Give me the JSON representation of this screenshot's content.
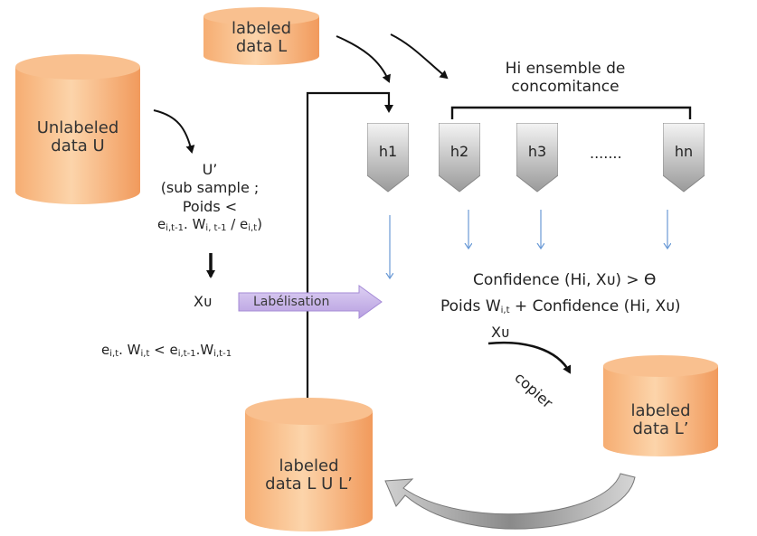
{
  "databases": {
    "labeled_top": [
      "labeled",
      "data L"
    ],
    "unlabeled": [
      "Unlabeled",
      "data U"
    ],
    "labeled_right": [
      "labeled",
      "data L’"
    ],
    "labeled_union": [
      "labeled",
      "data L U L’"
    ]
  },
  "ensemble_title": [
    "Hi ensemble de",
    "concomitance"
  ],
  "subsample": {
    "line1": "U’",
    "line2": "(sub sample ;",
    "line3": "Poids <",
    "e1": "e",
    "e1_sub": "i,t-1",
    "w1_sep": ". W",
    "w1_sub": "i, t-1",
    "slash": " / e",
    "e2_sub": "i,t"
  },
  "xu_label": "Xᴜ",
  "labelisation": "Labélisation",
  "classifiers": [
    "h1",
    "h2",
    "h3",
    "hn"
  ],
  "ellipsis": ".......",
  "confidence": "Confidence (Hi, Xᴜ) > ϴ",
  "poids_a": "Poids W",
  "poids_sub": "i,t",
  "poids_b": " + Confidence (Hi, Xᴜ)",
  "condition": {
    "a": "e",
    "a_sub": "i,t",
    "b": ". W",
    "b_sub": "i,t",
    "c": " < e",
    "c_sub": "i,t-1",
    "d": ".W",
    "d_sub": "i,t-1"
  },
  "xu_copy": "Xᴜ",
  "copier": "copier",
  "colors": {
    "cyl_top": "#f9c08f",
    "cyl_body_light": "#fcd2a6",
    "cyl_body_dark": "#f3a163",
    "chevron_light": "#f4f4f4",
    "chevron_dark": "#9a9a9a",
    "thin_arrow": "#6a9ad6",
    "labelisation_fill": "#cbb6e8"
  }
}
